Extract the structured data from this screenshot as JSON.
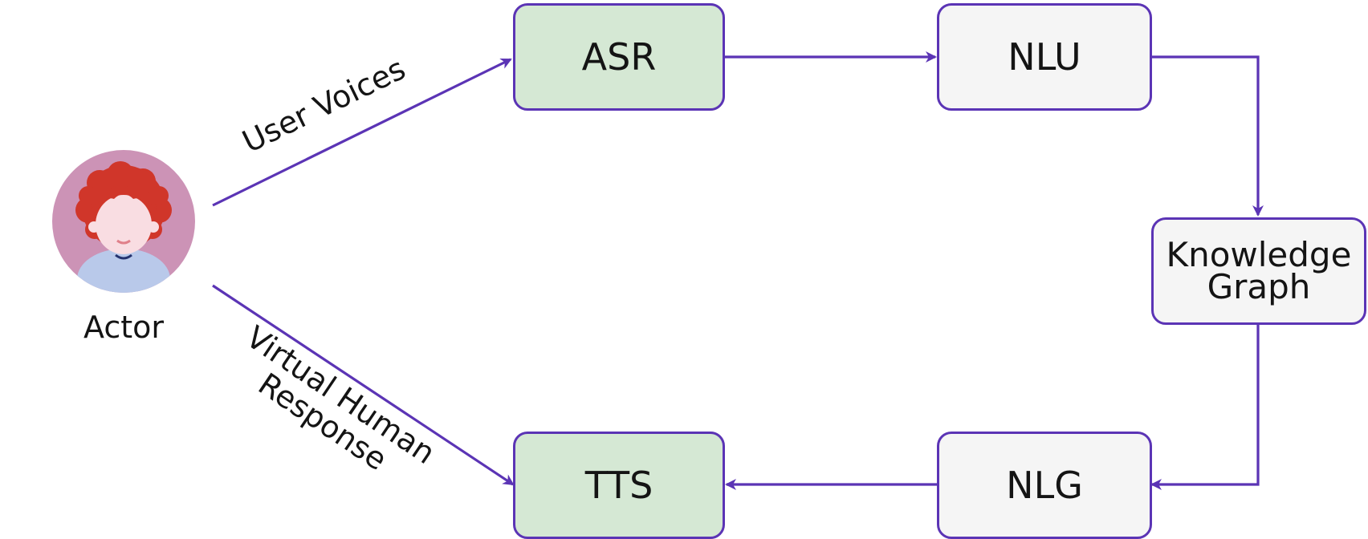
{
  "actor": {
    "label": "Actor"
  },
  "nodes": {
    "asr": "ASR",
    "nlu": "NLU",
    "kg_line1": "Knowledge",
    "kg_line2": "Graph",
    "nlg": "NLG",
    "tts": "TTS"
  },
  "edges": {
    "user_voices": "User Voices",
    "virtual_response_line1": "Virtual Human",
    "virtual_response_line2": "Response"
  },
  "colors": {
    "stroke": "#5b34b5",
    "green_fill": "#d5e8d4",
    "grey_fill": "#f5f5f5",
    "avatar_bg": "#cc93b6",
    "hair": "#d0362a",
    "face": "#f9dde2",
    "shirt": "#b9c9ea"
  },
  "icons": {
    "actor": "avatar-icon"
  }
}
